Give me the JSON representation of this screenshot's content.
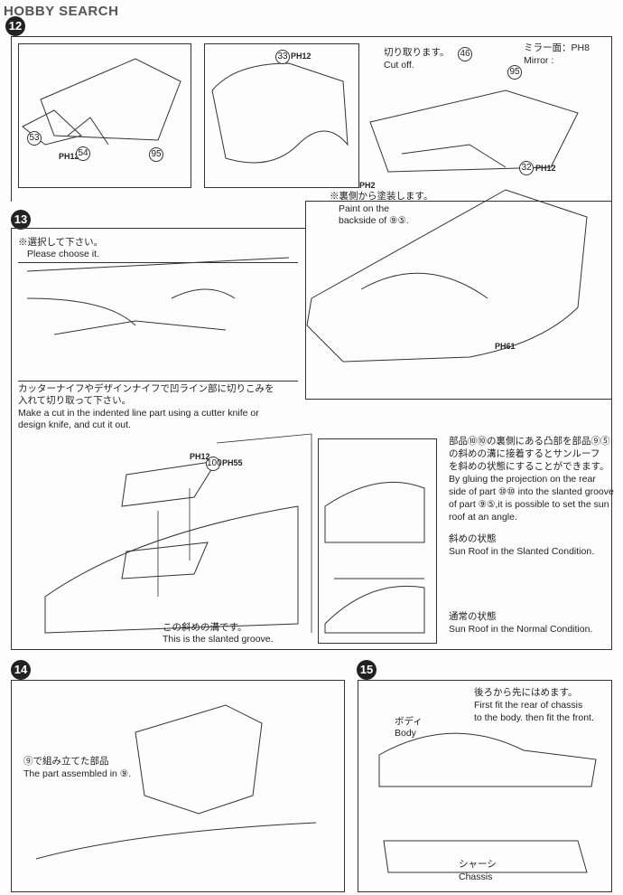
{
  "watermark": "HOBBY SEARCH",
  "steps": {
    "s12": {
      "number": "12",
      "part53": "53",
      "part54": "54",
      "part95a": "95",
      "paint_a": "PH12",
      "part33": "33",
      "paint33": "PH12",
      "cut_jp": "切り取ります。",
      "cut_en": "Cut off.",
      "part46": "46",
      "mirror_jp": "ミラー面：PH8",
      "mirror_en": "Mirror :",
      "part95b": "95",
      "part32": "32",
      "paint32": "PH12",
      "paint_ph2": "PH2",
      "backside_jp": "※裏側から塗装します。",
      "backside_en1": "Paint on the",
      "backside_en2": "backside of ⑨⑤.",
      "paint_ph61": "PH61"
    },
    "s13": {
      "number": "13",
      "choose_jp": "※選択して下さい。",
      "choose_en": "Please choose it.",
      "cut_jp1": "カッターナイフやデザインナイフで凹ライン部に切りこみを",
      "cut_jp2": "入れて切り取って下さい。",
      "cut_en1": "Make a cut in the indented line part using a cutter knife or",
      "cut_en2": "design knife, and cut it out.",
      "paint100": "PH12",
      "part100": "100",
      "paint100b": "PH55",
      "groove_jp": "この斜めの溝です。",
      "groove_en": "This is the slanted groove.",
      "desc_jp1": "部品⑩⑩の裏側にある凸部を部品⑨⑤",
      "desc_jp2": "の斜めの溝に接着するとサンルーフ",
      "desc_jp3": "を斜めの状態にすることができます。",
      "desc_en1": "By gluing the projection on the rear",
      "desc_en2": "side of part ⑩⑩ into the slanted groove",
      "desc_en3": "of part ⑨⑤,it is possible to set the sun",
      "desc_en4": "roof at an angle.",
      "slanted_jp": "斜めの状態",
      "slanted_en": "Sun Roof in the Slanted Condition.",
      "normal_jp": "通常の状態",
      "normal_en": "Sun Roof in the Normal Condition."
    },
    "s14": {
      "number": "14",
      "assembled_jp": "⑨で組み立てた部品",
      "assembled_en": "The part assembled in ⑨."
    },
    "s15": {
      "number": "15",
      "fit_jp": "後ろから先にはめます。",
      "fit_en1": "First fit the rear of chassis",
      "fit_en2": "to the body. then fit the front.",
      "body_jp": "ボディ",
      "body_en": "Body",
      "chassis_jp": "シャーシ",
      "chassis_en": "Chassis"
    }
  }
}
